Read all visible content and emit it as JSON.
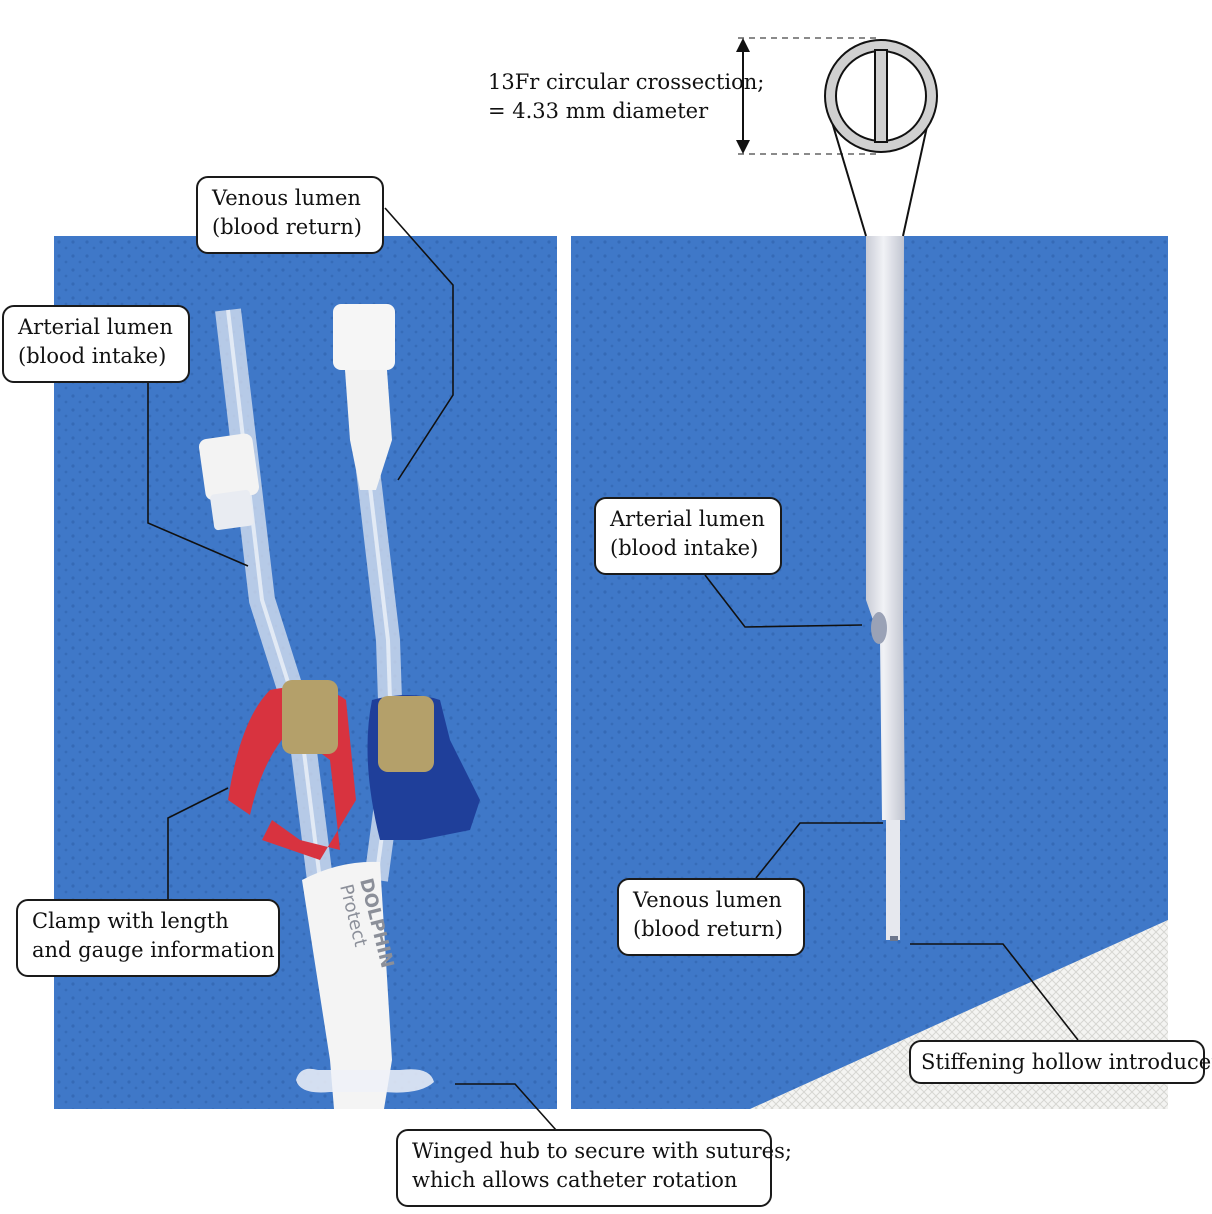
{
  "colors": {
    "drape": "#3f78c8",
    "drape_light": "#5b8fd6",
    "red_clamp": "#d8333f",
    "blue_clamp": "#1f3f9a",
    "tag_gold": "#b4a06a",
    "gauze": "#f4f4f2",
    "line": "#111111"
  },
  "left_photo": {
    "hub_brand_line1": "DOLPHIN",
    "hub_brand_line2": "Protect"
  },
  "cross_section": {
    "caption_line1": "13Fr circular crossection;",
    "caption_line2": "= 4.33 mm diameter"
  },
  "labels": {
    "venous_left": {
      "line1": "Venous lumen",
      "line2": "(blood return)"
    },
    "arterial_left": {
      "line1": "Arterial lumen",
      "line2": "(blood intake)"
    },
    "clamp": {
      "line1": "Clamp with length",
      "line2": "and gauge information"
    },
    "winged_hub": {
      "line1": "Winged hub to secure with sutures;",
      "line2": "which allows catheter rotation"
    },
    "arterial_right": {
      "line1": "Arterial lumen",
      "line2": "(blood intake)"
    },
    "venous_right": {
      "line1": "Venous lumen",
      "line2": "(blood return)"
    },
    "introducer": {
      "line1": "Stiffening hollow introducer"
    }
  }
}
